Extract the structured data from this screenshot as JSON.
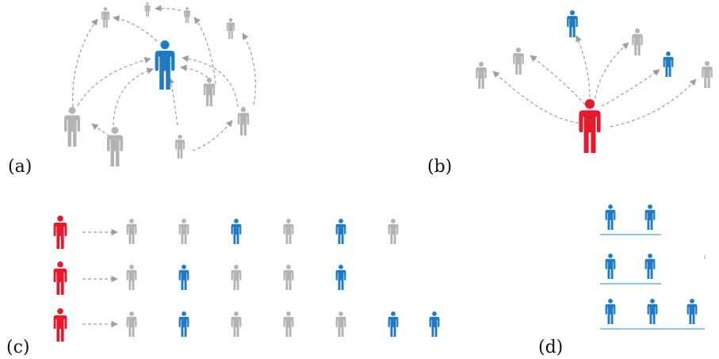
{
  "colors": {
    "gray": "#b3b3b3",
    "blue": "#1f7cc4",
    "red": "#e8192c",
    "arrow": "#9e9e9e",
    "line": "#4aa3df"
  },
  "panels": {
    "a": {
      "label": "(a)"
    },
    "b": {
      "label": "(b)"
    },
    "c": {
      "label": "(c)"
    },
    "d": {
      "label": "(d)"
    }
  },
  "rows_c": [
    {
      "source": "red",
      "members": [
        "gray",
        "gray",
        "blue",
        "gray",
        "blue",
        "gray"
      ]
    },
    {
      "source": "red",
      "members": [
        "gray",
        "blue",
        "gray",
        "gray",
        "blue"
      ]
    },
    {
      "source": "red",
      "members": [
        "gray",
        "blue",
        "gray",
        "gray",
        "gray",
        "blue",
        "blue"
      ]
    }
  ],
  "rows_d": [
    {
      "members": [
        "blue",
        "blue"
      ]
    },
    {
      "members": [
        "blue",
        "blue"
      ]
    },
    {
      "members": [
        "blue",
        "blue",
        "blue"
      ]
    }
  ]
}
